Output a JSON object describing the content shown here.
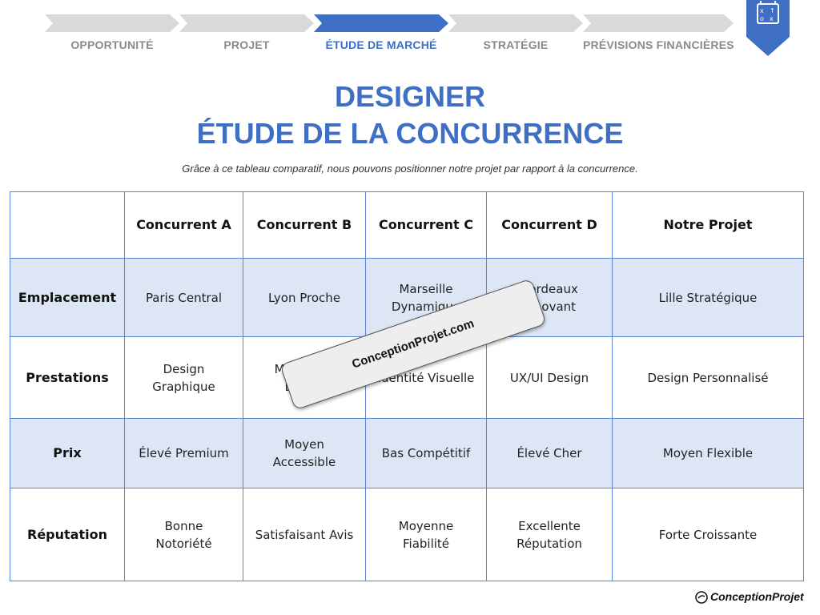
{
  "steps": [
    {
      "label": "OPPORTUNITÉ",
      "active": false
    },
    {
      "label": "PROJET",
      "active": false
    },
    {
      "label": "ÉTUDE DE MARCHÉ",
      "active": true
    },
    {
      "label": "STRATÉGIE",
      "active": false
    },
    {
      "label": "PRÉVISIONS FINANCIÈRES",
      "active": false
    }
  ],
  "colors": {
    "accent": "#3f6fc4",
    "inactive_step": "#d9d9d9",
    "row_alt": "#dde6f5",
    "border": "#5b84d6"
  },
  "badge_icon": "strategy-board-icon",
  "title": {
    "line1": "DESIGNER",
    "line2": "ÉTUDE DE LA CONCURRENCE"
  },
  "subtitle": "Grâce à ce tableau comparatif, nous pouvons positionner notre projet par rapport à la concurrence.",
  "table": {
    "headers": [
      "",
      "Concurrent A",
      "Concurrent B",
      "Concurrent C",
      "Concurrent D",
      "Notre Projet"
    ],
    "rows": [
      {
        "label": "Emplacement",
        "cells": [
          "Paris Central",
          "Lyon Proche",
          "Marseille Dynamique",
          "Bordeaux Innovant",
          "Lille Stratégique"
        ]
      },
      {
        "label": "Prestations",
        "cells": [
          "Design Graphique",
          "Marketing Digital",
          "Identité Visuelle",
          "UX/UI Design",
          "Design Personnalisé"
        ]
      },
      {
        "label": "Prix",
        "cells": [
          "Élevé Premium",
          "Moyen Accessible",
          "Bas Compétitif",
          "Élevé Cher",
          "Moyen Flexible"
        ]
      },
      {
        "label": "Réputation",
        "cells": [
          "Bonne Notoriété",
          "Satisfaisant Avis",
          "Moyenne Fiabilité",
          "Excellente Réputation",
          "Forte Croissante"
        ]
      }
    ]
  },
  "watermark": "ConceptionProjet.com",
  "footer_logo": "ConceptionProjet"
}
